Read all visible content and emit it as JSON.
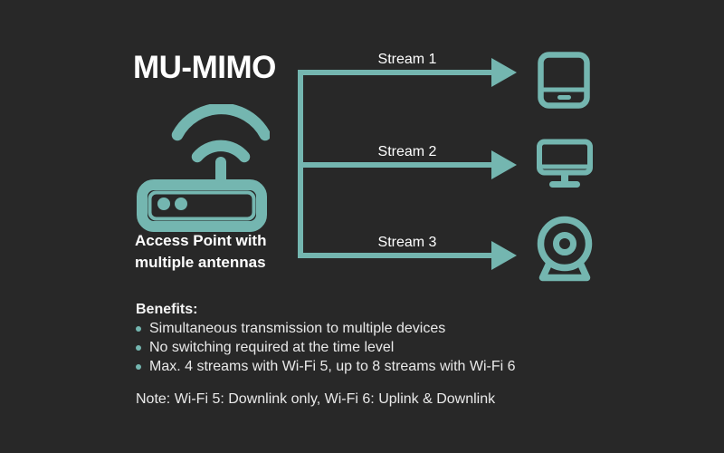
{
  "colors": {
    "background": "#282828",
    "accent": "#74b6b0",
    "heading_text": "#ffffff",
    "body_text": "#e9e9e9"
  },
  "title": "MU-MIMO",
  "access_point": {
    "icon": "wifi-router-icon",
    "caption_line1": "Access Point with",
    "caption_line2": "multiple antennas"
  },
  "streams": [
    {
      "label": "Stream 1",
      "device_icon": "smartphone-icon"
    },
    {
      "label": "Stream 2",
      "device_icon": "monitor-icon"
    },
    {
      "label": "Stream 3",
      "device_icon": "webcam-icon"
    }
  ],
  "benefits": {
    "heading": "Benefits:",
    "items": [
      "Simultaneous transmission to multiple devices",
      "No switching required at the time level",
      "Max. 4 streams with Wi-Fi 5, up to 8 streams with Wi-Fi 6"
    ]
  },
  "note": "Note: Wi-Fi 5: Downlink only, Wi-Fi 6: Uplink & Downlink"
}
